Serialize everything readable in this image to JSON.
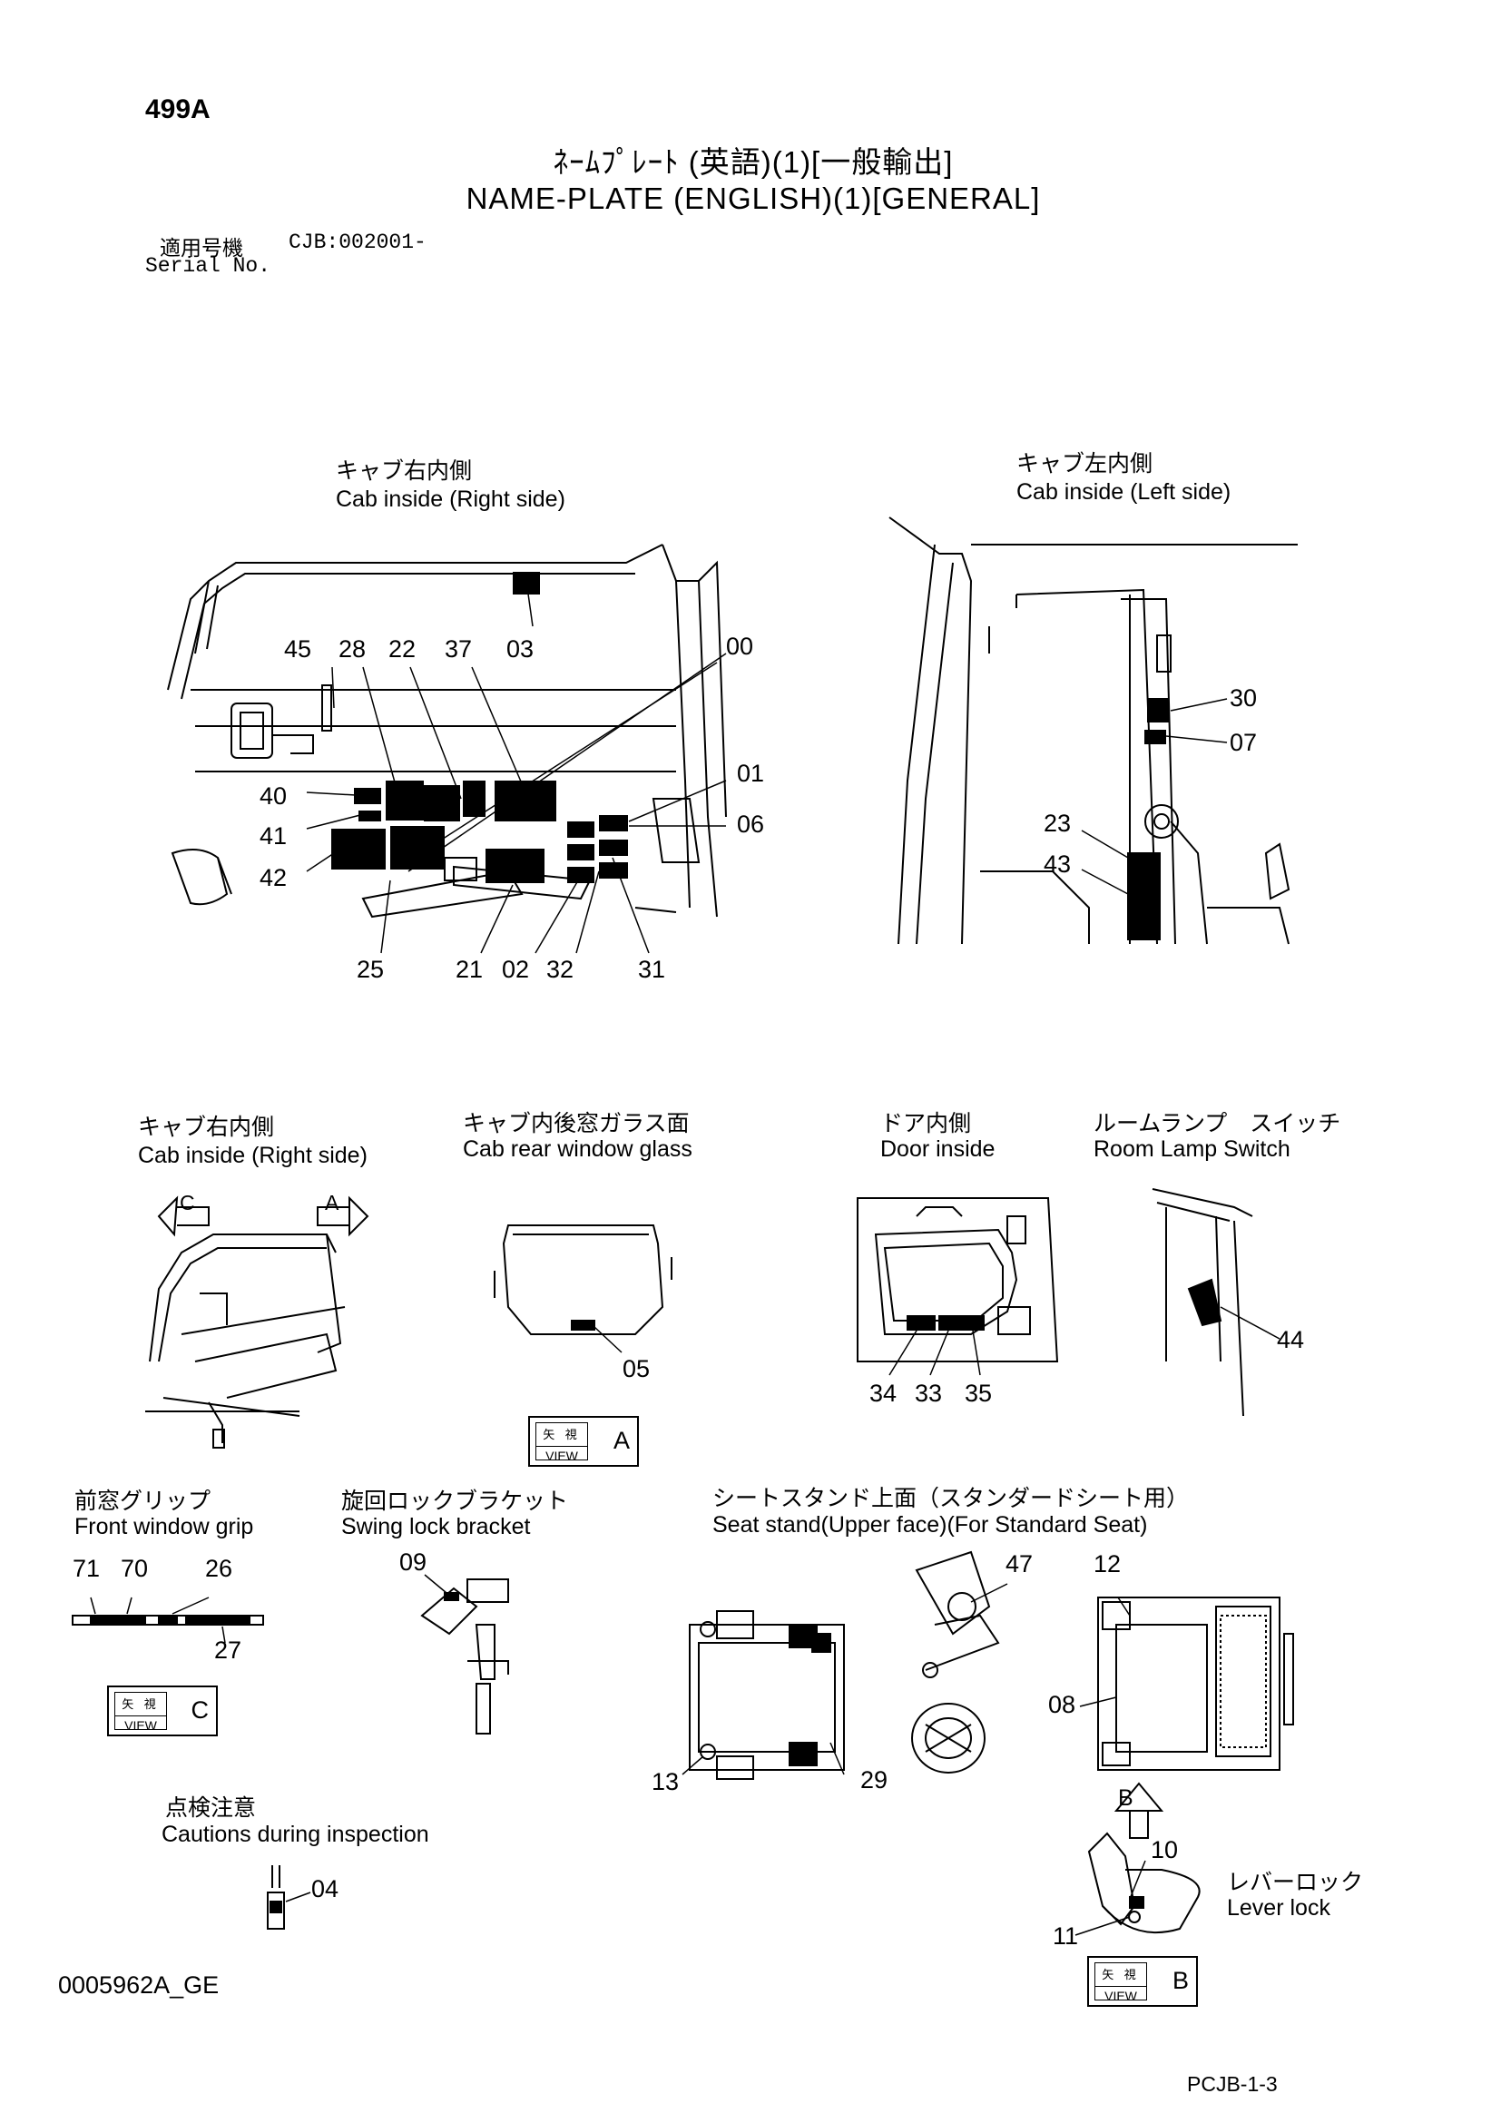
{
  "header": {
    "code": "499A",
    "title_jp": "ﾈｰﾑﾌﾟﾚｰﾄ (英語)(1)[一般輸出]",
    "title_en": "NAME-PLATE (ENGLISH)(1)[GENERAL]",
    "serial_label_jp": "適用号機",
    "serial_value": "CJB:002001-",
    "serial_label_en": "Serial No."
  },
  "sections": {
    "cab_right_top": {
      "jp": "キャブ右内側",
      "en": "Cab inside (Right side)"
    },
    "cab_left_top": {
      "jp": "キャブ左内側",
      "en": "Cab inside (Left side)"
    },
    "cab_right_small": {
      "jp": "キャブ右内側",
      "en": "Cab inside (Right side)"
    },
    "rear_window": {
      "jp": "キャブ内後窓ガラス面",
      "en": "Cab rear window glass"
    },
    "door_inside": {
      "jp": "ドア内側",
      "en": "Door inside"
    },
    "room_lamp": {
      "jp": "ルームランプ　スイッチ",
      "en": "Room Lamp Switch"
    },
    "front_grip": {
      "jp": "前窓グリップ",
      "en": "Front window grip"
    },
    "swing_lock": {
      "jp": "旋回ロックブラケット",
      "en": "Swing lock bracket"
    },
    "seat_stand": {
      "jp": "シートスタンド上面（スタンダードシート用）",
      "en": "Seat stand(Upper face)(For Standard Seat)"
    },
    "inspection": {
      "jp": "点検注意",
      "en": "Cautions during inspection"
    },
    "lever_lock": {
      "jp": "レバーロック",
      "en": "Lever lock"
    }
  },
  "callouts": {
    "c45": "45",
    "c28": "28",
    "c22": "22",
    "c37": "37",
    "c03": "03",
    "c00": "00",
    "c40": "40",
    "c41": "41",
    "c42": "42",
    "c01": "01",
    "c06": "06",
    "c25": "25",
    "c21": "21",
    "c02": "02",
    "c32": "32",
    "c31": "31",
    "c30": "30",
    "c07": "07",
    "c23": "23",
    "c43": "43",
    "c05": "05",
    "c34": "34",
    "c33": "33",
    "c35": "35",
    "c44": "44",
    "c71": "71",
    "c70": "70",
    "c26": "26",
    "c27": "27",
    "c09": "09",
    "c47": "47",
    "c12": "12",
    "c08": "08",
    "c13": "13",
    "c29": "29",
    "c04": "04",
    "c10": "10",
    "c11": "11"
  },
  "view_markers": {
    "view_caption_jp": "矢 視",
    "view_caption_en": "VIEW",
    "a": "A",
    "b": "B",
    "c": "C",
    "arrow_c": "C",
    "arrow_a": "A",
    "arrow_b": "B"
  },
  "footer": {
    "drawing_id": "0005962A_GE",
    "page_code": "PCJB-1-3"
  }
}
